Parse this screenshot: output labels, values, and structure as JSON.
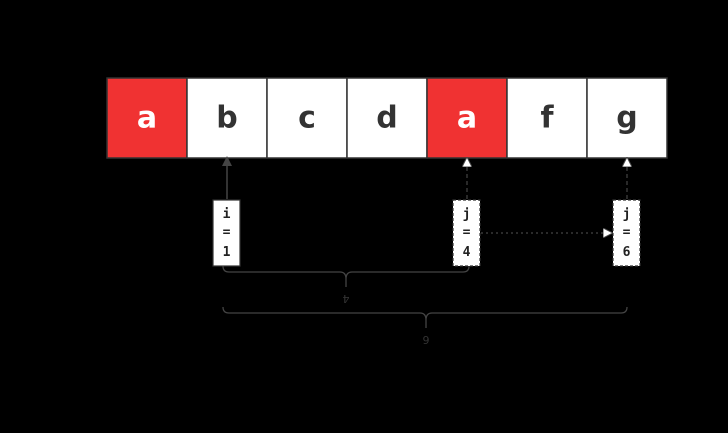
{
  "cells": [
    {
      "char": "a",
      "highlight": true
    },
    {
      "char": "b",
      "highlight": false
    },
    {
      "char": "c",
      "highlight": false
    },
    {
      "char": "d",
      "highlight": false
    },
    {
      "char": "a",
      "highlight": true
    },
    {
      "char": "f",
      "highlight": false
    },
    {
      "char": "g",
      "highlight": false
    }
  ],
  "pointers": {
    "i": {
      "line1": "i",
      "line2": "=",
      "line3": "1",
      "index": 1
    },
    "j_old": {
      "line1": "j",
      "line2": "=",
      "line3": "4",
      "index": 4
    },
    "j_new": {
      "line1": "j",
      "line2": "=",
      "line3": "6",
      "index": 6
    }
  },
  "braces": {
    "short_label": "4",
    "long_label": "6"
  },
  "colors": {
    "background": "#000000",
    "highlight": "#f03232",
    "cell": "#ffffff",
    "border": "#333333",
    "text_dark": "#333333",
    "text_light": "#ffffff",
    "line": "#444444"
  }
}
